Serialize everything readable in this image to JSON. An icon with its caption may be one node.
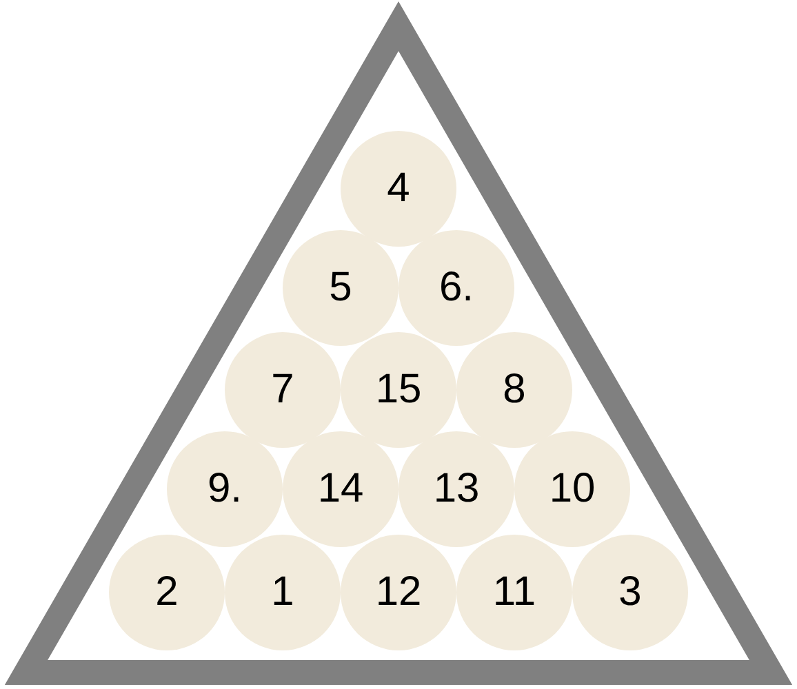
{
  "diagram": {
    "nodes": [
      {
        "text": [],
        "shape": "triangle"
      },
      {
        "text": [
          "4"
        ],
        "in": 0
      },
      {
        "text": [
          "5"
        ],
        "in": 0
      },
      {
        "text": [
          "6."
        ],
        "in": 0
      },
      {
        "text": [
          "7"
        ],
        "in": 0
      },
      {
        "text": [
          "15"
        ],
        "in": 0
      },
      {
        "text": [
          "8"
        ],
        "in": 0
      },
      {
        "text": [
          "9."
        ],
        "in": 0
      },
      {
        "text": [
          "14"
        ],
        "in": 0
      },
      {
        "text": [
          "13"
        ],
        "in": 0
      },
      {
        "text": [
          "10"
        ],
        "in": 0
      },
      {
        "text": [
          "2"
        ],
        "in": 0
      },
      {
        "text": [
          "1"
        ],
        "in": 0
      },
      {
        "text": [
          "12"
        ],
        "in": 0
      },
      {
        "text": [
          "11"
        ],
        "in": 0
      },
      {
        "text": [
          "3"
        ],
        "in": 0
      }
    ]
  }
}
